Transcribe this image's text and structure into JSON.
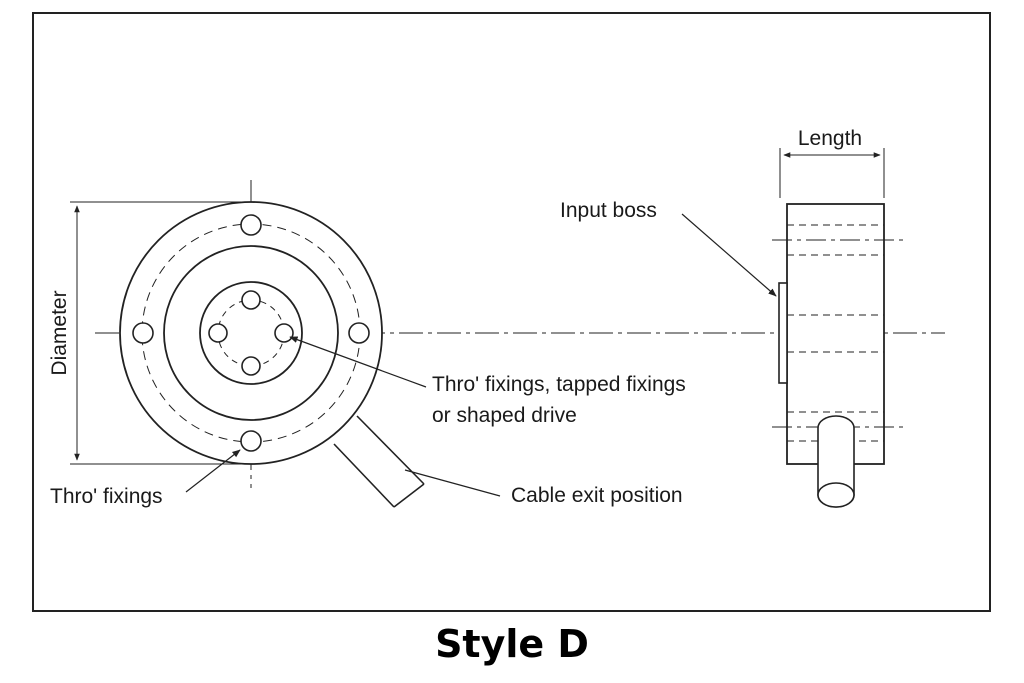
{
  "labels": {
    "diameter": "Diameter",
    "length": "Length",
    "input_boss": "Input boss",
    "thro_fixings_tapped_line1": "Thro' fixings, tapped fixings",
    "thro_fixings_tapped_line2": "or shaped drive",
    "cable_exit": "Cable exit position",
    "thro_fixings": "Thro' fixings"
  },
  "caption": "Style D"
}
